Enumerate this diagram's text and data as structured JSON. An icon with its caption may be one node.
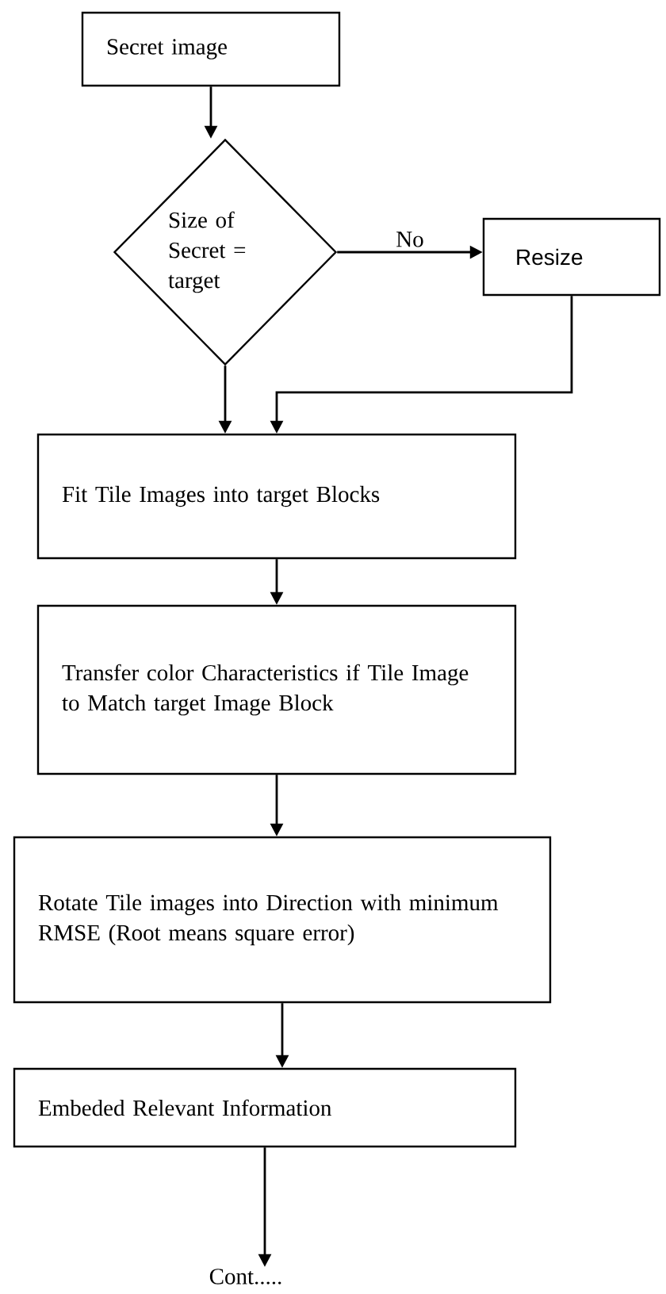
{
  "diagram": {
    "nodes": [
      {
        "text": [
          "Secret image"
        ]
      },
      {
        "text": [
          "Size of Secret = target"
        ]
      },
      {
        "text": [
          "Resize"
        ]
      },
      {
        "text": [
          "Fit Tile Images into target Blocks"
        ]
      },
      {
        "text": [
          "Transfer color Characteristics if Tile Image to Match target Image Block"
        ]
      },
      {
        "text": [
          "Rotate Tile images into Direction with minimum RMSE (Root means square error)"
        ]
      },
      {
        "text": [
          "Embeded Relevant Information"
        ]
      },
      {
        "text": [
          "Cont....."
        ]
      }
    ],
    "edges": [
      {
        "from": 0,
        "to": 1,
        "arrow": "to"
      },
      {
        "from": 1,
        "to": 2,
        "arrow": "to",
        "label": "No"
      },
      {
        "from": 1,
        "to": 3,
        "arrow": "to"
      },
      {
        "from": 2,
        "to": 3,
        "arrow": "to"
      },
      {
        "from": 3,
        "to": 4,
        "arrow": "to"
      },
      {
        "from": 4,
        "to": 5,
        "arrow": "to"
      },
      {
        "from": 5,
        "to": 6,
        "arrow": "to"
      },
      {
        "from": 6,
        "to": 7,
        "arrow": "to"
      }
    ]
  }
}
